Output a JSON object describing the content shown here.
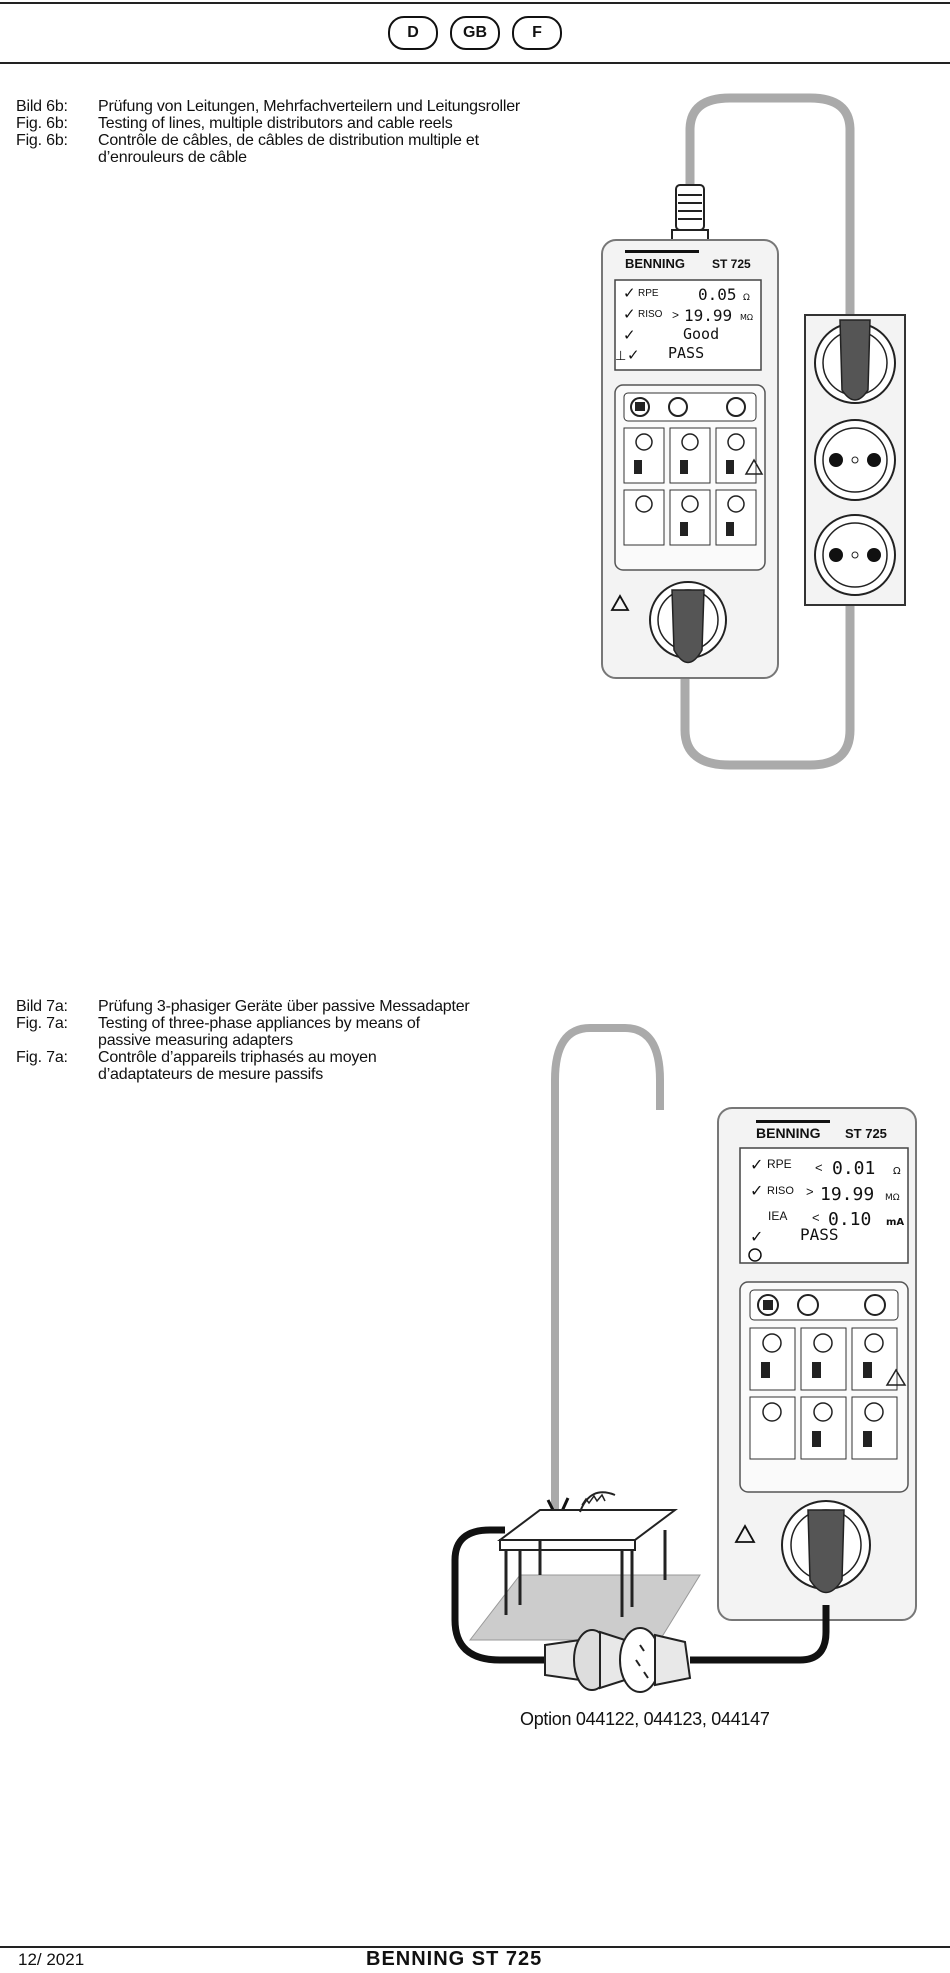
{
  "languages": [
    "D",
    "GB",
    "F"
  ],
  "figure6b": {
    "captions": [
      {
        "label": "Bild 6b:",
        "text": "Prüfung von Leitungen, Mehrfachverteilern und Leitungsroller"
      },
      {
        "label": "Fig. 6b:",
        "text": "Testing of lines, multiple distributors and cable reels"
      },
      {
        "label": "Fig. 6b:",
        "text": "Contrôle de câbles, de câbles de distribution multiple et d’enrouleurs de câble"
      }
    ],
    "device": {
      "brand": "BENNING",
      "model": "ST 725",
      "display": {
        "line1": {
          "label": "RPE",
          "value": "0.05",
          "unit": "Ω"
        },
        "line2": {
          "label": "RISO",
          "comparator": ">",
          "value": "19.99",
          "unit": "MΩ"
        },
        "line3": "Good",
        "line4": "PASS"
      }
    }
  },
  "figure7a": {
    "captions": [
      {
        "label": "Bild 7a:",
        "text": "Prüfung 3-phasiger Geräte über passive Messadapter"
      },
      {
        "label": "Fig. 7a:",
        "text": "Testing of three-phase appliances by means of passive measuring adapters"
      },
      {
        "label": "Fig. 7a:",
        "text": "Contrôle d’appareils triphasés au moyen d’adaptateurs de mesure passifs"
      }
    ],
    "device": {
      "brand": "BENNING",
      "model": "ST 725",
      "display": {
        "line1": {
          "label": "RPE",
          "comparator": "<",
          "value": "0.01",
          "unit": "Ω"
        },
        "line2": {
          "label": "RISO",
          "comparator": ">",
          "value": "19.99",
          "unit": "MΩ"
        },
        "line3": {
          "label": "IEA",
          "comparator": "<",
          "value": "0.10",
          "unit": "mA"
        },
        "line4": "PASS"
      }
    },
    "option_text": "Option 044122, 044123, 044147"
  },
  "footer": {
    "date": "12/ 2021",
    "brand": "BENNING ST 725"
  }
}
